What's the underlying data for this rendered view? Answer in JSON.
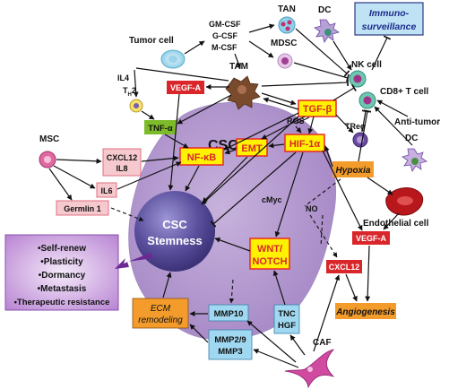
{
  "cells": {
    "tan": "TAN",
    "dc_top": "DC",
    "tumor_cell": "Tumor cell",
    "csf_1": "GM-CSF",
    "csf_2": "G-CSF",
    "csf_3": "M-CSF",
    "mdsc": "MDSC",
    "tam": "TAM",
    "il4": "IL4",
    "th2": "T",
    "th2_sub": "H",
    "th2_tail": "2",
    "nk_cell": "NK cell",
    "cd8": "CD8+ T cell",
    "anti_tumor": "Anti-tumor",
    "treg": "TReg",
    "dc_right": "DC",
    "msc": "MSC",
    "endothelial": "Endothelial cell",
    "caf": "CAF",
    "csc": "CSC"
  },
  "boxes": {
    "immuno_1": "Immuno-",
    "immuno_2": "surveillance",
    "vegfa_top": "VEGF-A",
    "tnfa": "TNF-α",
    "tgfb": "TGF-β",
    "cxcl12_1": "CXCL12",
    "il8": "IL8",
    "il6": "IL6",
    "germlin": "Germlin 1",
    "nfkb": "NF-κB",
    "emt": "EMT",
    "hif": "HIF-1α",
    "hypoxia": "Hypoxia",
    "vegfa_right": "VEGF-A",
    "cxcl12_2": "CXCL12",
    "angiogenesis": "Angiogenesis",
    "wnt_1": "WNT/",
    "wnt_2": "NOTCH",
    "ecm_1": "ECM",
    "ecm_2": "remodeling",
    "mmp10": "MMP10",
    "mmp29_1": "MMP2/9",
    "mmp29_2": "MMP3",
    "tnc": "TNC",
    "hgf": "HGF"
  },
  "labels": {
    "ros": "ROS",
    "cmyc": "cMyc",
    "no": "NO"
  },
  "stemness": {
    "title_1": "CSC",
    "title_2": "Stemness",
    "traits": [
      "•Self-renew",
      "•Plasticity",
      "•Dormancy",
      "•Metastasis",
      "•Therapeutic resistance"
    ]
  },
  "colors": {
    "csc_body": "#b89fd0",
    "stem_core": "#5a4f9a",
    "yellow_box": "#fff200",
    "yellow_border": "#e8282b",
    "red_box": "#d9262b",
    "orange_box": "#f39c2b",
    "blue_box": "#9fd8f0",
    "green_box": "#7dbb2a",
    "pink_box": "#f6c9cf",
    "purple_panel": "#c49ad8"
  }
}
